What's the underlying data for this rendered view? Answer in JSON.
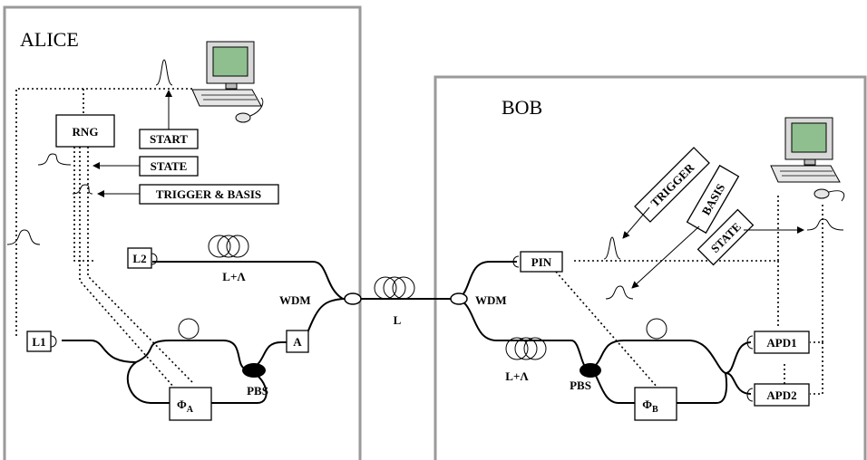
{
  "alice": {
    "title": "ALICE",
    "rng": "RNG",
    "start": "START",
    "state": "STATE",
    "trigger_basis": "TRIGGER & BASIS",
    "l1": "L1",
    "l2": "L2",
    "coil_label": "L+Λ",
    "wdm": "WDM",
    "attenuator": "A",
    "pbs": "PBS",
    "phase_main": "Φ",
    "phase_sub": "A"
  },
  "link": {
    "label": "L"
  },
  "bob": {
    "title": "BOB",
    "trigger": "TRIGGER",
    "basis": "BASIS",
    "state": "STATE",
    "pin": "PIN",
    "wdm": "WDM",
    "coil_label": "L+Λ",
    "pbs": "PBS",
    "phase_main": "Φ",
    "phase_sub": "B",
    "apd1": "APD1",
    "apd2": "APD2"
  },
  "colors": {
    "panel_border": "#9a9a9a",
    "monitor_screen": "#8fbf8f",
    "computer_body": "#d9d9d9"
  }
}
